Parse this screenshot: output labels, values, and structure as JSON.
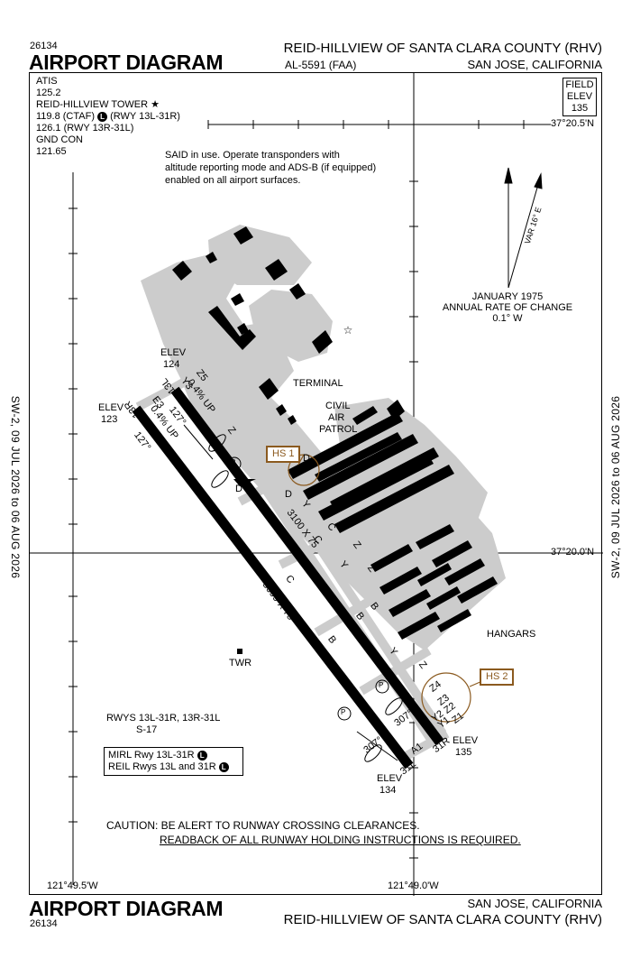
{
  "header": {
    "chart_id": "26134",
    "title": "AIRPORT DIAGRAM",
    "airport_name": "REID-HILLVIEW OF SANTA CLARA COUNTY (RHV)",
    "al_number": "AL-5591 (FAA)",
    "location": "SAN JOSE, CALIFORNIA"
  },
  "footer": {
    "title": "AIRPORT DIAGRAM",
    "chart_id": "26134",
    "location": "SAN JOSE, CALIFORNIA",
    "airport_name": "REID-HILLVIEW OF SANTA CLARA COUNTY (RHV)"
  },
  "side_label": "SW-2, 09 JUL 2026 to 06 AUG 2026",
  "comms": {
    "atis_label": "ATIS",
    "atis_freq": "125.2",
    "tower_label": "REID-HILLVIEW TOWER ★",
    "tower_freq_1": "119.8 (CTAF)",
    "tower_freq_1_rwy": "(RWY 13L-31R)",
    "tower_freq_2": "126.1 (RWY 13R-31L)",
    "gnd_label": "GND CON",
    "gnd_freq": "121.65"
  },
  "field_elev": {
    "label_1": "FIELD",
    "label_2": "ELEV",
    "value": "135"
  },
  "coords": {
    "lat_top": "37°20.5'N",
    "lat_mid": "37°20.0'N",
    "lon_left": "121°49.5'W",
    "lon_right": "121°49.0'W"
  },
  "notes": {
    "said_1": "SAID in use. Operate transponders with",
    "said_2": "altitude reporting mode and ADS-B (if equipped)",
    "said_3": "enabled on all airport surfaces.",
    "var_label": "VAR 16° E",
    "mag_1": "JANUARY 1975",
    "mag_2": "ANNUAL RATE OF CHANGE",
    "mag_3": "0.1° W",
    "rwys_1": "RWYS 13L-31R, 13R-31L",
    "rwys_2": "S-17",
    "lights_1": "MIRL Rwy 13L-31R",
    "lights_2": "REIL Rwys 13L and 31R",
    "lights_badge": "L",
    "caution_1": "CAUTION: BE ALERT TO RUNWAY CROSSING CLEARANCES.",
    "caution_2": "READBACK OF ALL RUNWAY HOLDING INSTRUCTIONS IS REQUIRED."
  },
  "labels": {
    "terminal": "TERMINAL",
    "civil_1": "CIVIL",
    "civil_2": "AIR",
    "civil_3": "PATROL",
    "hangars": "HANGARS",
    "twr": "TWR",
    "hs1": "HS 1",
    "hs2": "HS 2",
    "elev": "ELEV",
    "elev_124": "124",
    "elev_123": "123",
    "elev_135": "135",
    "elev_134": "134",
    "rwy_13l": "13L",
    "rwy_13r": "13R",
    "rwy_31r": "31R",
    "rwy_31l": "31L",
    "dim_13l": "3100 X 75",
    "dim_13r": "3099 X 75",
    "hdg_127": "127°",
    "hdg_307": "307°",
    "grad": "0.4% UP",
    "tw_y": "Y",
    "tw_z": "Z",
    "tw_d": "D",
    "tw_c": "C",
    "tw_b": "B",
    "tw_a1": "A1",
    "tw_y1": "Y1",
    "tw_y2": "Y2",
    "tw_y3": "Y3",
    "tw_z1": "Z1",
    "tw_z2": "Z2",
    "tw_z3": "Z3",
    "tw_z4": "Z4",
    "tw_z5": "Z5",
    "tw_e3": "E3",
    "parking": "P"
  }
}
